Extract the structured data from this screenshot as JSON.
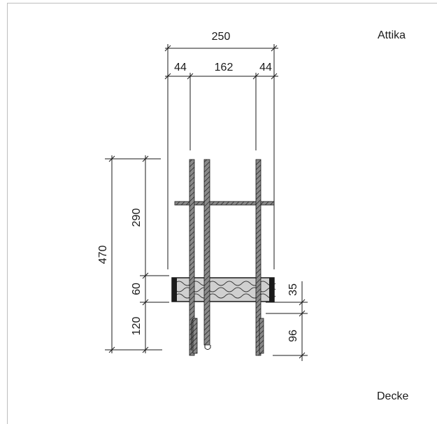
{
  "labels": {
    "top_right": "Attika",
    "bottom_right": "Decke"
  },
  "dimensions": {
    "total_width": "250",
    "left_edge": "44",
    "middle": "162",
    "right_edge": "44",
    "total_height": "470",
    "upper": "290",
    "insulation": "60",
    "lower": "120",
    "right_top": "35",
    "right_bottom": "96"
  },
  "colors": {
    "line": "#1a1a1a",
    "bar_fill": "#7d7d7d",
    "insulation_fill": "#d0d0d0",
    "frame": "#bdbdbd"
  }
}
